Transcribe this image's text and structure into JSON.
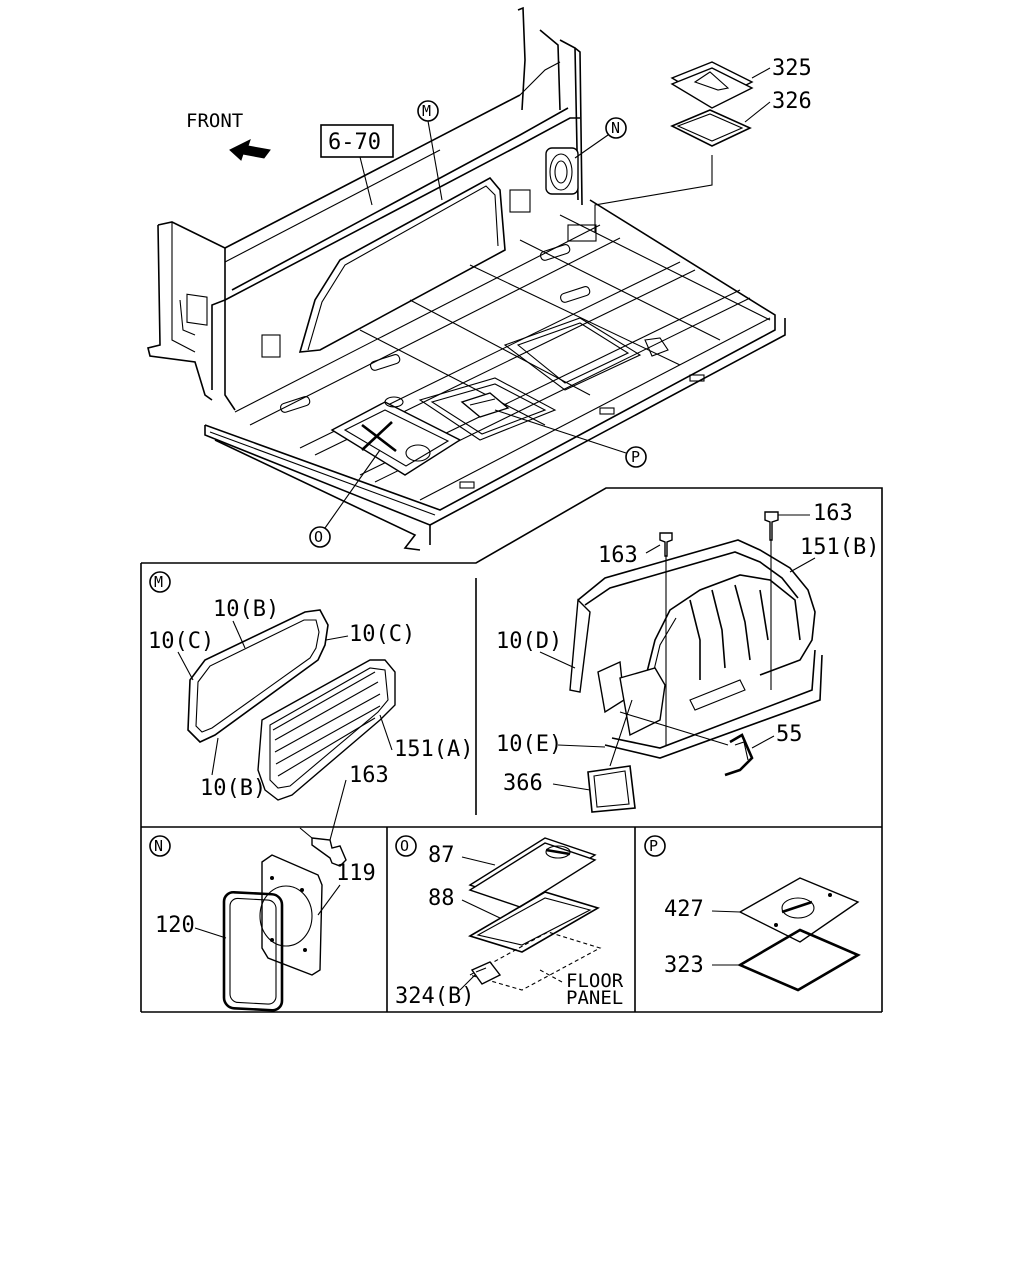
{
  "diagram": {
    "front_label": "FRONT",
    "ref_box": "6-70",
    "callouts_main": {
      "M": "M",
      "N": "N",
      "O": "O",
      "P": "P"
    },
    "part_labels_top": {
      "p325": "325",
      "p326": "326"
    },
    "panel_m": {
      "tag": "M",
      "labels": {
        "l10b_top": "10(B)",
        "l10c_left": "10(C)",
        "l10c_right": "10(C)",
        "l151a": "151(A)",
        "l163": "163",
        "l10b_bottom": "10(B)"
      }
    },
    "panel_right": {
      "labels": {
        "l163_a": "163",
        "l163_b": "163",
        "l151b": "151(B)",
        "l10d": "10(D)",
        "l10e": "10(E)",
        "l55": "55",
        "l366": "366"
      }
    },
    "panel_n": {
      "tag": "N",
      "labels": {
        "l119": "119",
        "l120": "120"
      }
    },
    "panel_o": {
      "tag": "O",
      "labels": {
        "l87": "87",
        "l88": "88",
        "l324b": "324(B)",
        "floor": "FLOOR",
        "panel": "PANEL"
      }
    },
    "panel_p": {
      "tag": "P",
      "labels": {
        "l427": "427",
        "l323": "323"
      }
    }
  }
}
